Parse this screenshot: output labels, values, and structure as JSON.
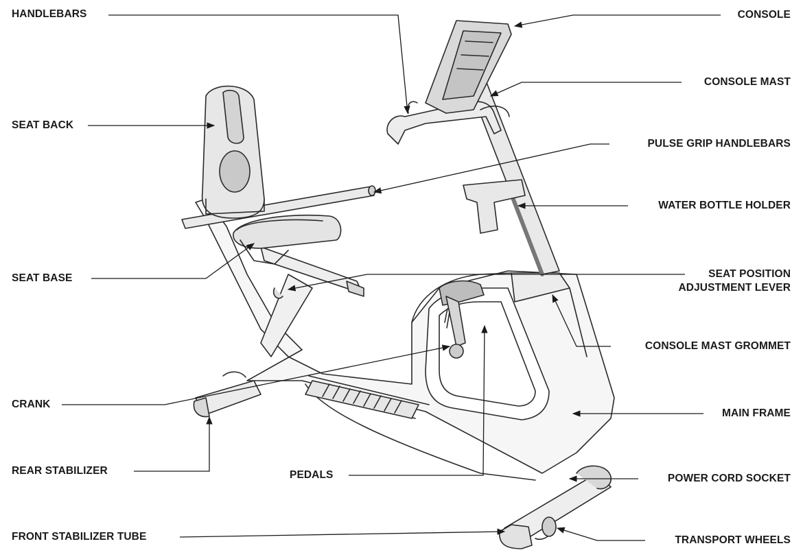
{
  "labels": {
    "handlebars": "HANDLEBARS",
    "seat_back": "SEAT BACK",
    "seat_base": "SEAT BASE",
    "crank": "CRANK",
    "rear_stabilizer": "REAR STABILIZER",
    "front_stabilizer_tube": "FRONT STABILIZER TUBE",
    "pedals": "PEDALS",
    "console": "CONSOLE",
    "console_mast": "CONSOLE MAST",
    "pulse_grip_handlebars": "PULSE GRIP HANDLEBARS",
    "water_bottle_holder": "WATER BOTTLE HOLDER",
    "seat_position_line1": "SEAT POSITION",
    "seat_position_line2": "ADJUSTMENT LEVER",
    "console_mast_grommet": "CONSOLE MAST GROMMET",
    "main_frame": "MAIN FRAME",
    "power_cord_socket": "POWER CORD SOCKET",
    "transport_wheels": "TRANSPORT WHEELS"
  }
}
